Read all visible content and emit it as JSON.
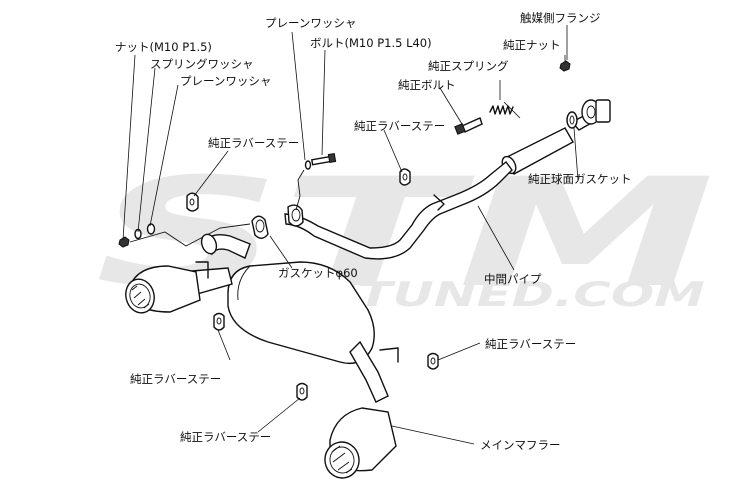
{
  "watermark": {
    "top": "STM",
    "bottom": "STMTUNED.COM"
  },
  "labels": {
    "catalyst_flange": "触媒側フランジ",
    "genuine_nut": "純正ナット",
    "genuine_spring": "純正スプリング",
    "genuine_bolt": "純正ボルト",
    "plain_washer_top": "プレーンワッシャ",
    "bolt_spec": "ボルト(M10 P1.5 L40)",
    "nut_spec": "ナット(M10 P1.5)",
    "spring_washer": "スプリングワッシャ",
    "plain_washer_left": "プレーンワッシャ",
    "rubber_stay_left_top": "純正ラバーステー",
    "rubber_stay_center_top": "純正ラバーステー",
    "spherical_gasket": "純正球面ガスケット",
    "gasket_60": "ガスケットφ60",
    "center_pipe": "中間パイプ",
    "rubber_stay_right": "純正ラバーステー",
    "rubber_stay_left_bottom": "純正ラバーステー",
    "rubber_stay_bottom": "純正ラバーステー",
    "main_muffler": "メインマフラー"
  }
}
